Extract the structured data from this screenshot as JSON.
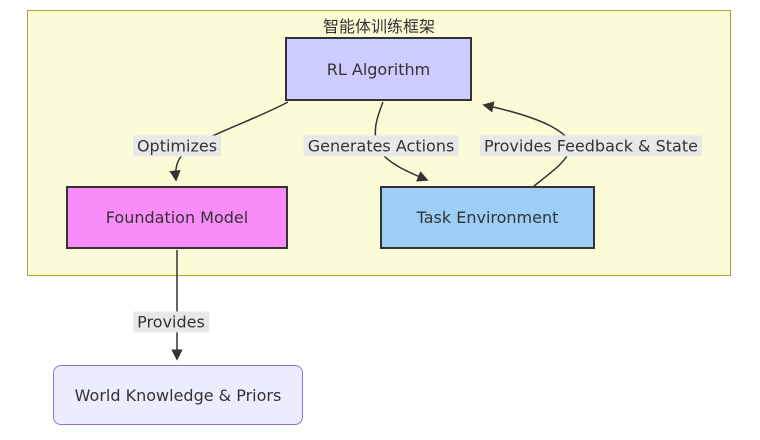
{
  "diagram": {
    "type": "flowchart",
    "cluster": {
      "title": "智能体训练框架"
    },
    "nodes": {
      "rl_algorithm": {
        "label": "RL Algorithm",
        "fill": "#ccccff"
      },
      "foundation_model": {
        "label": "Foundation Model",
        "fill": "#fa8cfa"
      },
      "task_environment": {
        "label": "Task Environment",
        "fill": "#9dcef5"
      },
      "world_knowledge": {
        "label": "World Knowledge & Priors",
        "fill": "#ececff"
      }
    },
    "edges": [
      {
        "from": "RL Algorithm",
        "to": "Foundation Model",
        "label": "Optimizes"
      },
      {
        "from": "RL Algorithm",
        "to": "Task Environment",
        "label": "Generates Actions"
      },
      {
        "from": "Task Environment",
        "to": "RL Algorithm",
        "label": "Provides Feedback & State"
      },
      {
        "from": "Foundation Model",
        "to": "World Knowledge & Priors",
        "label": "Provides"
      }
    ],
    "colors": {
      "cluster_fill": "#fbfbd7",
      "cluster_border": "#aaaa33",
      "node_border": "#333333",
      "world_border": "#9370db",
      "edge_stroke": "#333333",
      "edge_label_bg": "#e8e8e8",
      "text": "#333333",
      "page_bg": "#ffffff"
    }
  }
}
